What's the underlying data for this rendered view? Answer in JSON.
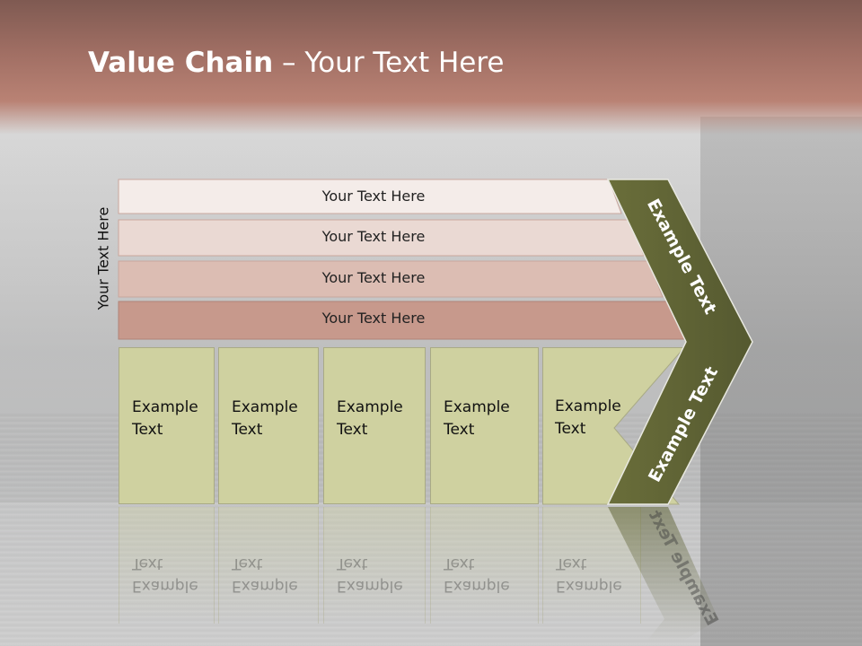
{
  "title": {
    "bold": "Value Chain",
    "rest": " – Your Text Here"
  },
  "side_label": "Your Text Here",
  "bars": [
    {
      "label": "Your Text Here",
      "fill": "#f4ece9"
    },
    {
      "label": "Your Text Here",
      "fill": "#ead9d3"
    },
    {
      "label": "Your Text Here",
      "fill": "#dcbdb3"
    },
    {
      "label": "Your Text Here",
      "fill": "#c7998c"
    }
  ],
  "boxes": [
    {
      "line1": "Example",
      "line2": "Text"
    },
    {
      "line1": "Example",
      "line2": "Text"
    },
    {
      "line1": "Example",
      "line2": "Text"
    },
    {
      "line1": "Example",
      "line2": "Text"
    },
    {
      "line1": "Example",
      "line2": "Text"
    }
  ],
  "chevron": {
    "upper_label": "Example Text",
    "lower_label": "Example Text",
    "fill": "#5d6133"
  },
  "colors": {
    "header": "#a16f64",
    "box": "#cfd1a0"
  }
}
